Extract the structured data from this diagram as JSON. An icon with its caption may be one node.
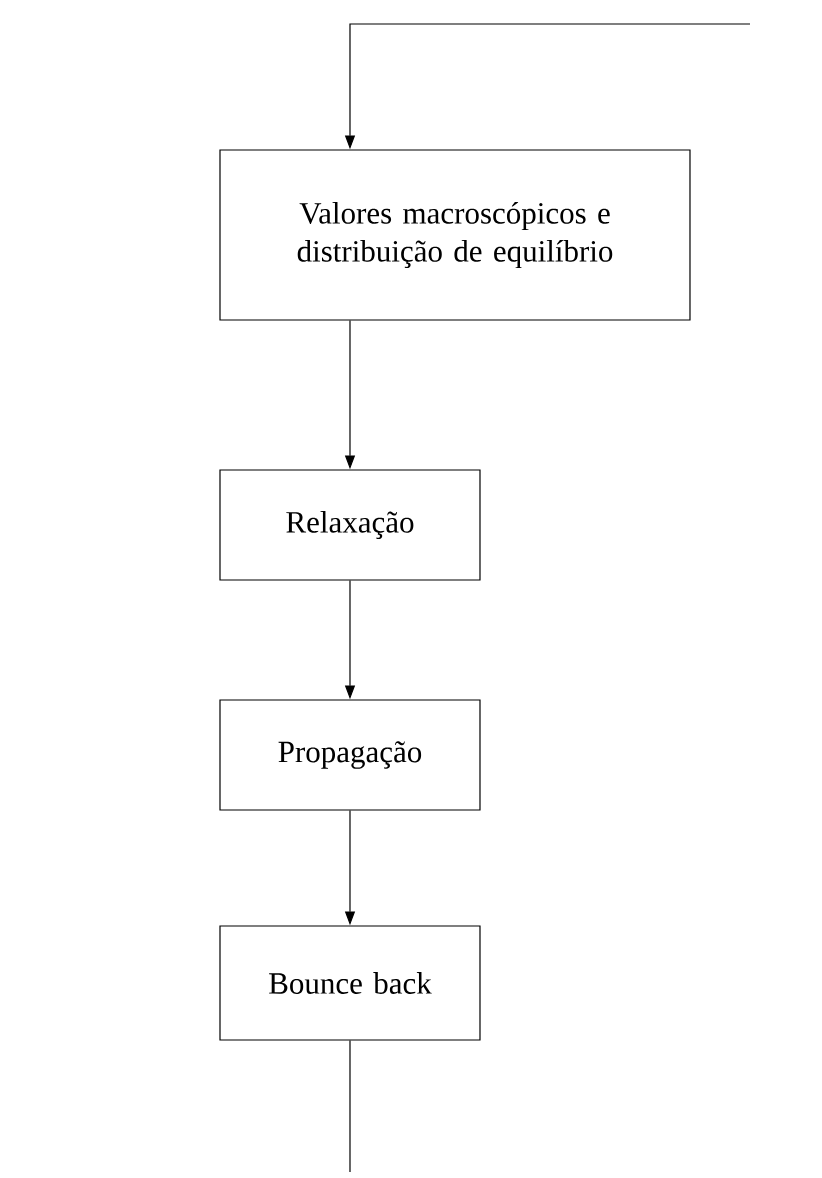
{
  "diagram": {
    "nodes": [
      {
        "text": [
          "Valores macroscópicos e distribuição de equilíbrio"
        ]
      },
      {
        "text": [
          "Relaxação"
        ]
      },
      {
        "text": [
          "Propagação"
        ]
      },
      {
        "text": [
          "Bounce back"
        ]
      }
    ],
    "edges": [
      {
        "from": 0,
        "to": 1,
        "arrow": "to"
      },
      {
        "from": 1,
        "to": 2,
        "arrow": "to"
      },
      {
        "from": 2,
        "to": 3,
        "arrow": "to"
      },
      {
        "from": 3,
        "to": null,
        "arrow": "none"
      },
      {
        "from": null,
        "to": 0,
        "arrow": "to"
      }
    ]
  }
}
